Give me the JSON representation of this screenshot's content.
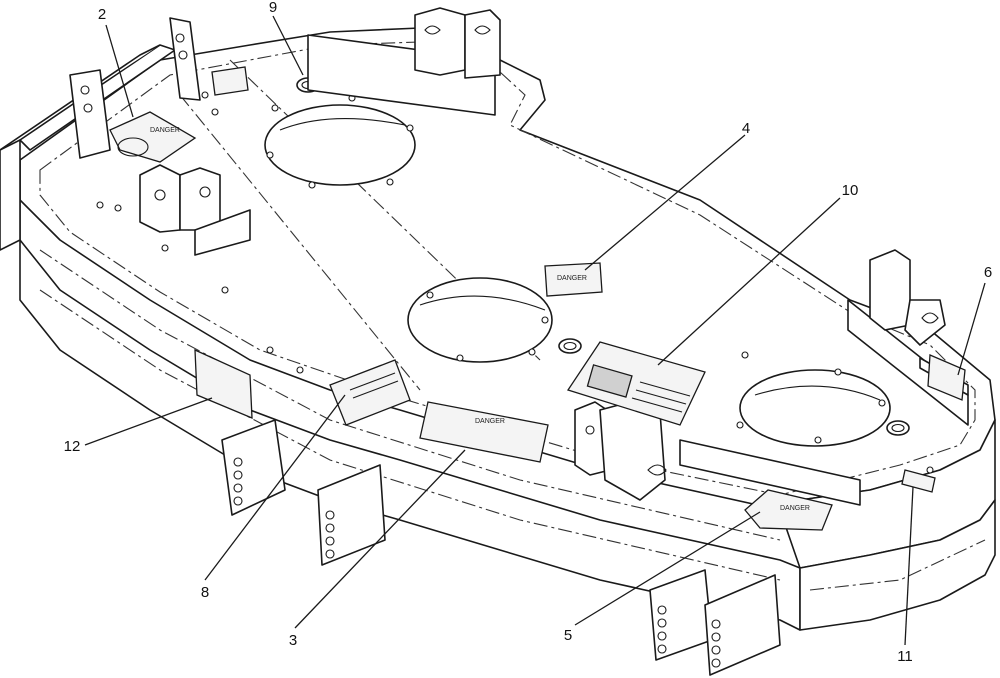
{
  "diagram": {
    "callouts": [
      {
        "id": "c1",
        "label": "2"
      },
      {
        "id": "c2",
        "label": "9"
      },
      {
        "id": "c3",
        "label": "4"
      },
      {
        "id": "c4",
        "label": "10"
      },
      {
        "id": "c5",
        "label": "6"
      },
      {
        "id": "c6",
        "label": "12"
      },
      {
        "id": "c7",
        "label": "8"
      },
      {
        "id": "c8",
        "label": "3"
      },
      {
        "id": "c9",
        "label": "5"
      },
      {
        "id": "c10",
        "label": "11"
      }
    ],
    "decals": {
      "danger_left": "DANGER",
      "danger_center": "DANGER",
      "danger_front": "DANGER",
      "danger_small": "DANGER"
    }
  }
}
